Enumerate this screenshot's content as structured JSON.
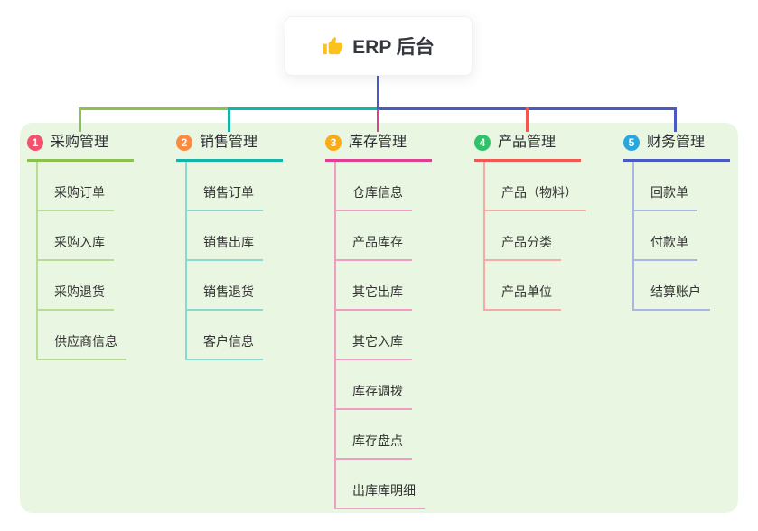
{
  "root": {
    "label": "ERP 后台",
    "icon": "thumbs-up-icon"
  },
  "panel_background": "#e9f6e2",
  "connector_colors": {
    "root_stem": "#4a5ac2"
  },
  "branches": [
    {
      "num": "1",
      "label": "采购管理",
      "badge_color": "#f4516c",
      "line_color": "#8cc152",
      "child_line_color": "#b8dc95",
      "children": [
        "采购订单",
        "采购入库",
        "采购退货",
        "供应商信息"
      ]
    },
    {
      "num": "2",
      "label": "销售管理",
      "badge_color": "#fb8b41",
      "line_color": "#13b5a8",
      "child_line_color": "#8cd8cd",
      "children": [
        "销售订单",
        "销售出库",
        "销售退货",
        "客户信息"
      ]
    },
    {
      "num": "3",
      "label": "库存管理",
      "badge_color": "#fbab18",
      "line_color": "#e13d92",
      "child_line_color": "#f09cc5",
      "children": [
        "仓库信息",
        "产品库存",
        "其它出库",
        "其它入库",
        "库存调拨",
        "库存盘点",
        "出库库明细"
      ]
    },
    {
      "num": "4",
      "label": "产品管理",
      "badge_color": "#2fc268",
      "line_color": "#f25752",
      "child_line_color": "#f5aba5",
      "children": [
        "产品（物料）",
        "产品分类",
        "产品单位"
      ]
    },
    {
      "num": "5",
      "label": "财务管理",
      "badge_color": "#29a6dc",
      "line_color": "#4a5ac2",
      "child_line_color": "#a9b5e3",
      "children": [
        "回款单",
        "付款单",
        "结算账户"
      ]
    }
  ]
}
